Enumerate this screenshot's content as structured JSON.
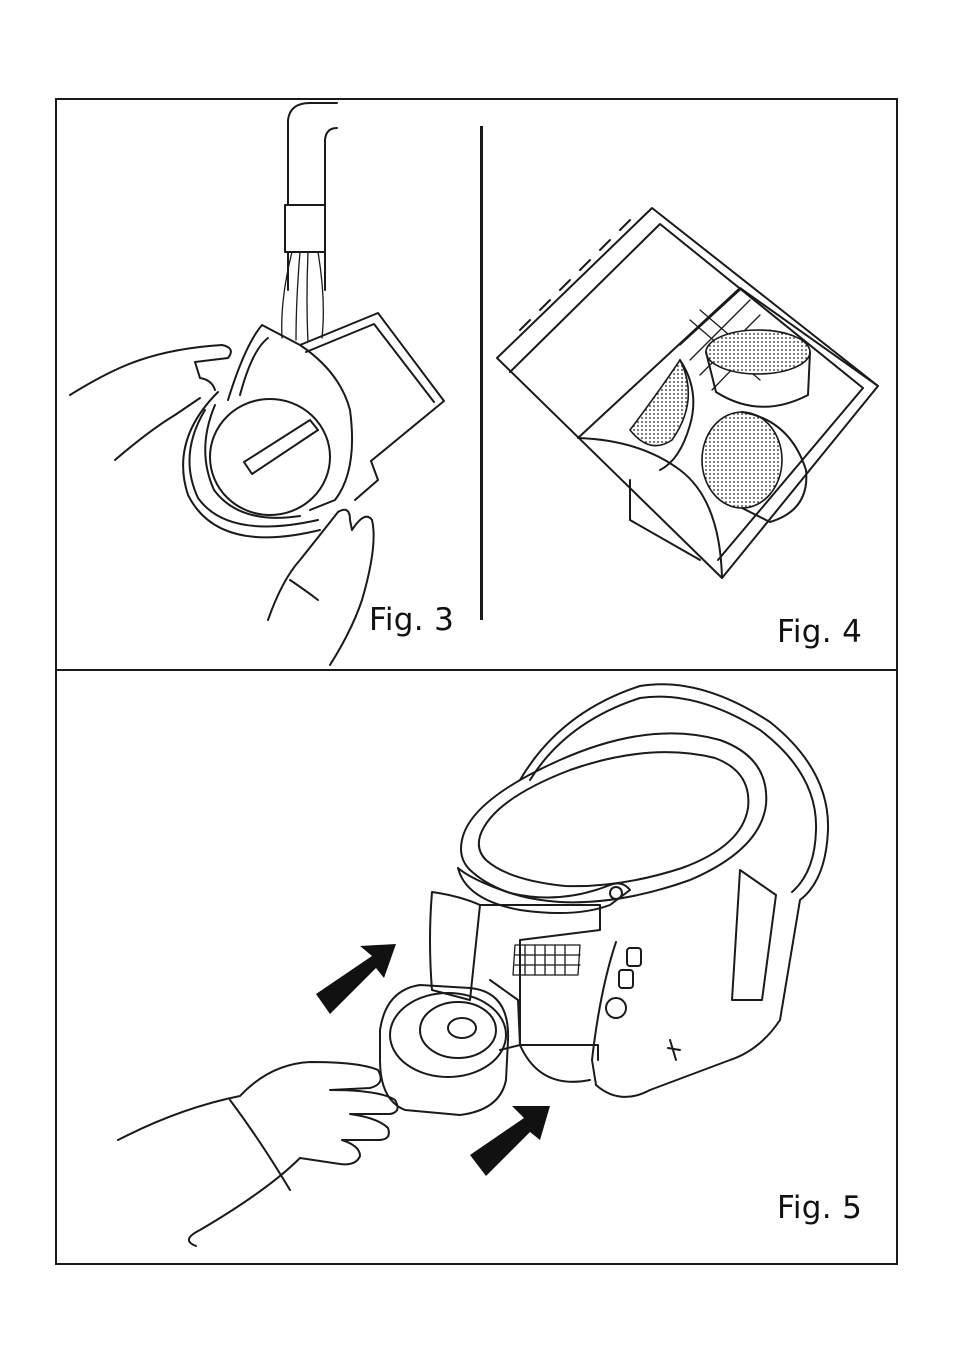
{
  "figures": [
    {
      "label": "Fig. 3",
      "illustration": "capsule-holder-rinsed-under-tap"
    },
    {
      "label": "Fig. 4",
      "illustration": "capsule-container-with-capsules"
    },
    {
      "label": "Fig. 5",
      "illustration": "capsule-holder-inserted-into-machine"
    }
  ]
}
